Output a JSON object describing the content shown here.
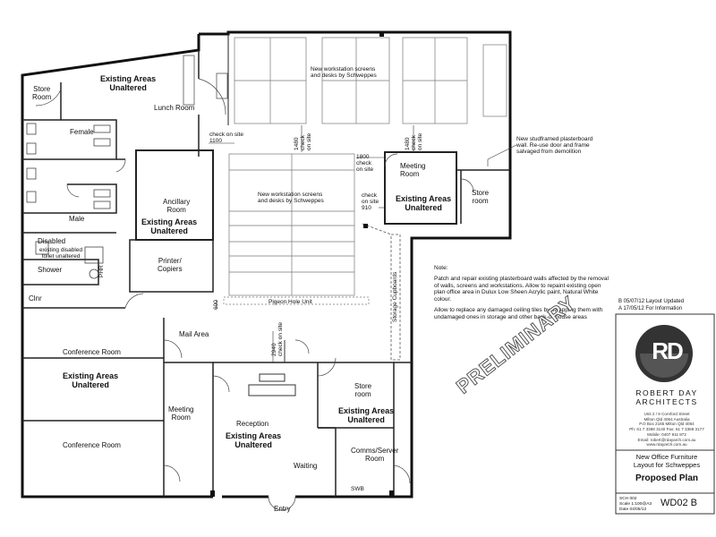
{
  "rooms": {
    "store_room_top_left": "Store\nRoom",
    "existing_top": "Existing Areas\nUnaltered",
    "lunch_room": "Lunch Room",
    "female": "Female",
    "male": "Male",
    "ancillary_room": "Ancillary\nRoom",
    "existing_ancillary": "Existing Areas\nUnaltered",
    "disabled": "Disabled",
    "disabled_note": "existing disabled\ntoilet unaltered",
    "printer": "Printer/\nCopiers",
    "shower": "Shower",
    "phr": "PHR",
    "clnr": "Clnr",
    "workstations_top": "New workstation screens\nand desks by Schweppes",
    "workstations_mid": "New workstation screens\nand desks by Schweppes",
    "pigeon_hole": "Pigeon Hole Unit",
    "meeting_room_upper": "Meeting\nRoom",
    "existing_meeting_upper": "Existing Areas\nUnaltered",
    "store_room_right": "Store\nroom",
    "storage_cupboards": "Storage Cupboards",
    "mail_area": "Mail Area",
    "conference_room_1": "Conference Room",
    "existing_conference": "Existing Areas\nUnaltered",
    "conference_room_2": "Conference Room",
    "meeting_room_lower": "Meeting\nRoom",
    "reception": "Reception",
    "existing_reception": "Existing Areas\nUnaltered",
    "waiting": "Waiting",
    "store_room_lower": "Store\nroom",
    "existing_store_lower": "Existing Areas\nUnaltered",
    "comms_server": "Comms/Server\nRoom",
    "swb": "SWB",
    "entry": "Entry"
  },
  "dimensions": {
    "d1100": "check on site\n1100",
    "d1480a": "1480\ncheck\non site",
    "d1480b": "1480\ncheck\non site",
    "d1800": "1800\ncheck\non site",
    "d910": "check\non site\n910",
    "d2940": "2940\ncheck on site",
    "d600": "600"
  },
  "annotations": {
    "studframed": "New studframed plasterboard\nwall. Re-use door and frame\nsalvaged from demolition"
  },
  "notes": {
    "heading": "Note:",
    "para1": "Patch and repair existing plasterboard walls affected by the removal of walls, screens and workstations. Allow to repaint existing open plan office area in Dulux Low Sheen Acrylic paint, Natural White colour.",
    "para2": "Allow to replace any damaged ceiling tiles by swapping them with undamaged ones in storage and other back-of-house areas"
  },
  "watermark": "PRELIMINARY",
  "title_block": {
    "rev_b": "B 05/07/12 Layout Updated",
    "rev_a": "A 17/05/12 For Information",
    "logo_text": "RD",
    "firm_name": "ROBERT DAY\nARCHITECTS",
    "address": "Unit 2 / 9 Cornford Street\nMilton Qld 4064 Australia\nP.O Box 2165 Milton Qld 4064\nPh: 61 7 3368 3140 Fax: 61 7 3368 3177\nMobile: 0407 911 872\nEmail: robert@rdayarch.com.au\nwww.rdayarch.com.au",
    "project": "New Office Furniture\nLayout for Schweppes",
    "drawing_title": "Proposed Plan",
    "sheet_info": "SCH 002\nScale 1:100@A3\nDate 04/05/12",
    "drawing_no": "WD02 B"
  },
  "colors": {
    "wall": "#111111",
    "line": "#333333",
    "furniture": "#777777"
  }
}
